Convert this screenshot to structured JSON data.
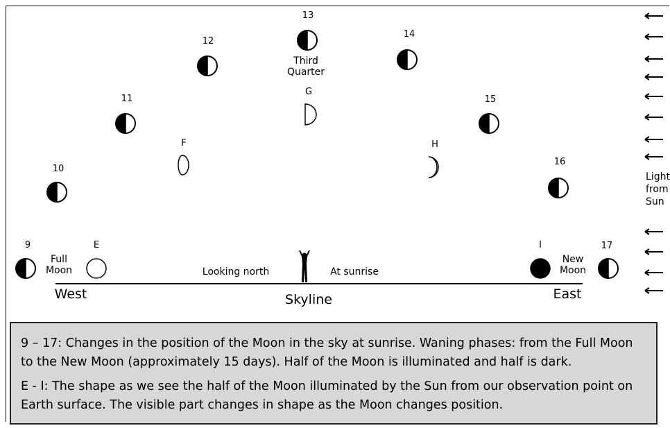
{
  "numbers": {
    "n9": "9",
    "n10": "10",
    "n11": "11",
    "n12": "12",
    "n13": "13",
    "n14": "14",
    "n15": "15",
    "n16": "16",
    "n17": "17"
  },
  "letters": {
    "e": "E",
    "f": "F",
    "g": "G",
    "h": "H",
    "i": "I"
  },
  "labels": {
    "full_moon_1": "Full",
    "full_moon_2": "Moon",
    "new_moon_1": "New",
    "new_moon_2": "Moon",
    "third_1": "Third",
    "third_2": "Quarter",
    "looking_north": "Looking north",
    "at_sunrise": "At sunrise",
    "west": "West",
    "east": "East",
    "skyline": "Skyline",
    "light_1": "Light",
    "light_2": "from",
    "light_3": "Sun"
  },
  "caption": {
    "line1": "9 – 17: Changes in the position of the Moon in the sky at sunrise. Waning phases: from the Full Moon to the New Moon (approximately 15 days). Half of the Moon is illuminated and half is dark.",
    "line2": "E - I: The shape as we see the half of the Moon illuminated by the Sun from our observation point on Earth surface. The visible part changes in shape as the Moon changes position."
  },
  "icons": {
    "moon_half": "half-moon-icon",
    "arrow": "left-arrow-icon",
    "person": "person-icon"
  }
}
